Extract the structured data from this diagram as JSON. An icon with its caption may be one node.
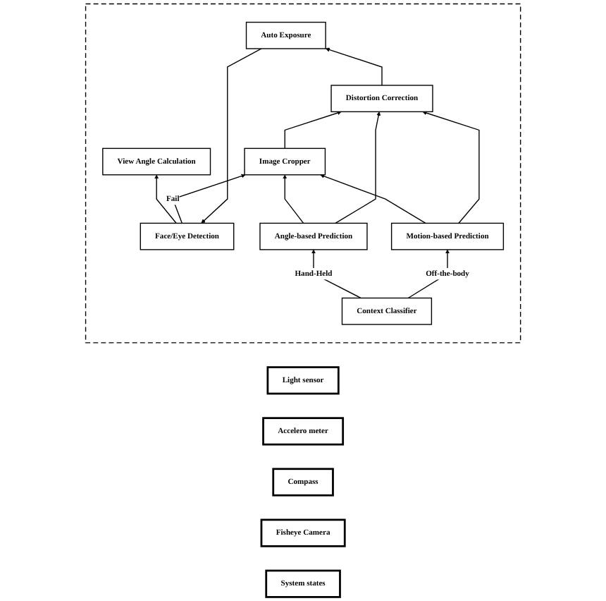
{
  "diagram": {
    "nodes": [
      {
        "text": [],
        "shape": "box"
      },
      {
        "text": [
          "Face/Eye Detection"
        ],
        "in": 0
      },
      {
        "text": [
          "View Angle Calculation"
        ],
        "in": 0
      },
      {
        "text": [
          "Auto Exposure"
        ],
        "in": 0
      },
      {
        "text": [
          "Image Cropper"
        ],
        "in": 0
      },
      {
        "text": [
          "Distortion Correction"
        ],
        "in": 0
      },
      {
        "text": [
          "Angle-based Prediction"
        ],
        "in": 0
      },
      {
        "text": [
          "Motion-based Prediction"
        ],
        "in": 0
      },
      {
        "text": [
          "Context Classifier"
        ],
        "in": 0
      },
      {
        "text": [
          "Light sensor"
        ]
      },
      {
        "text": [
          "Accelero meter"
        ]
      },
      {
        "text": [
          "Compass"
        ]
      },
      {
        "text": [
          "Fisheye Camera"
        ]
      },
      {
        "text": [
          "System states"
        ]
      }
    ],
    "edges": [
      {
        "from": 1,
        "to": 2,
        "arrow": "to"
      },
      {
        "from": 1,
        "to": 4,
        "arrow": "to",
        "label": "Fail"
      },
      {
        "from": 3,
        "to": 1,
        "arrow": "to"
      },
      {
        "from": 4,
        "to": 5,
        "arrow": "to"
      },
      {
        "from": 5,
        "to": 3,
        "arrow": "to"
      },
      {
        "from": 6,
        "to": 4,
        "arrow": "to"
      },
      {
        "from": 6,
        "to": 5,
        "arrow": "to"
      },
      {
        "from": 7,
        "to": 4,
        "arrow": "to"
      },
      {
        "from": 7,
        "to": 5,
        "arrow": "to"
      },
      {
        "from": 8,
        "to": 6,
        "arrow": "to",
        "label": "Hand-Held"
      },
      {
        "from": 8,
        "to": 7,
        "arrow": "to",
        "label": "Off-the-body"
      }
    ]
  }
}
